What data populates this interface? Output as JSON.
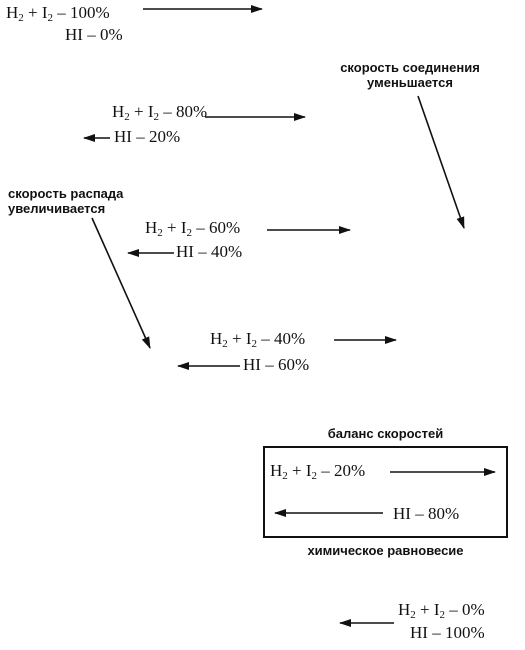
{
  "reactant": {
    "h": "H",
    "sub2": "2",
    "plus": " + ",
    "i": "I",
    "dash": " – "
  },
  "product": {
    "hi": "HI",
    "dash": " – "
  },
  "stages": [
    {
      "reactant_pct": "100%",
      "product_pct": "0%"
    },
    {
      "reactant_pct": "80%",
      "product_pct": "20%"
    },
    {
      "reactant_pct": "60%",
      "product_pct": "40%"
    },
    {
      "reactant_pct": "40%",
      "product_pct": "60%"
    },
    {
      "reactant_pct": "20%",
      "product_pct": "80%"
    },
    {
      "reactant_pct": "0%",
      "product_pct": "100%"
    }
  ],
  "labels": {
    "forward_rate_line1": "скорость соединения",
    "forward_rate_line2": "уменьшается",
    "reverse_rate_line1": "скорость распада",
    "reverse_rate_line2": "увеличивается",
    "balance": "баланс скоростей",
    "equilibrium": "химическое равновесие"
  },
  "colors": {
    "ink": "#111111",
    "background": "#ffffff"
  }
}
